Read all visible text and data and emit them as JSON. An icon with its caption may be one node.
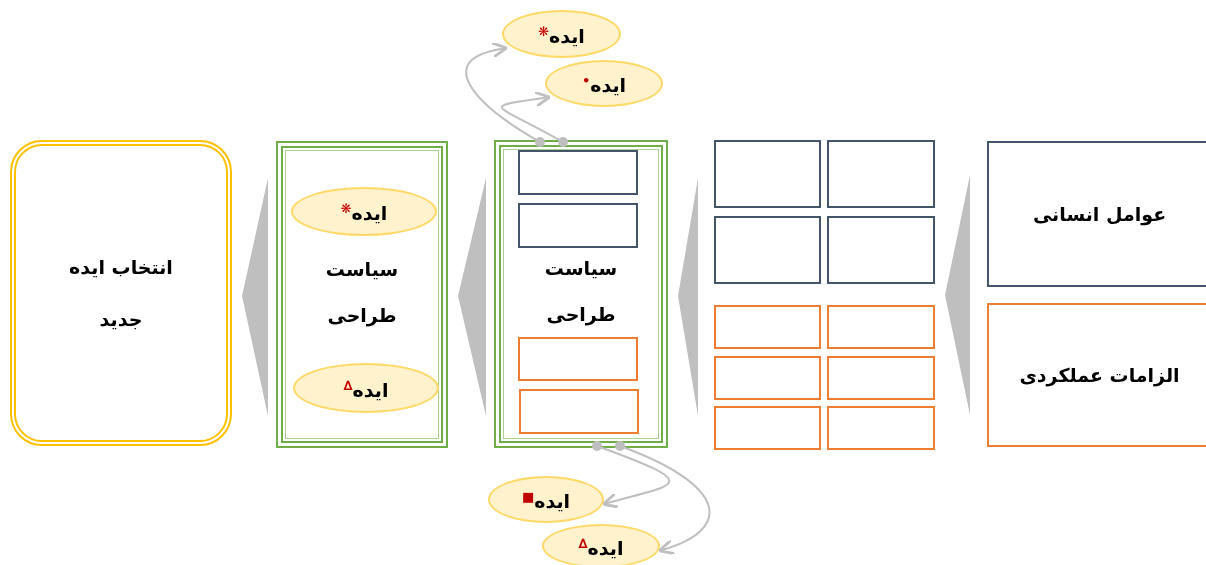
{
  "diagram": {
    "nodes": [
      {
        "text": [
          "عوامل انسانی"
        ]
      },
      {
        "text": [
          "الزامات عملکردی"
        ]
      },
      {
        "text": [],
        "shape": "box"
      },
      {
        "text": [],
        "shape": "box"
      },
      {
        "text": [],
        "shape": "box"
      },
      {
        "text": [],
        "shape": "box"
      },
      {
        "text": [],
        "shape": "box"
      },
      {
        "text": [],
        "shape": "box"
      },
      {
        "text": [],
        "shape": "box"
      },
      {
        "text": [],
        "shape": "box"
      },
      {
        "text": [],
        "shape": "box"
      },
      {
        "text": [],
        "shape": "box"
      },
      {
        "text": [
          "سیاست طراحی"
        ]
      },
      {
        "text": [],
        "shape": "box",
        "in": 12
      },
      {
        "text": [],
        "shape": "box",
        "in": 12
      },
      {
        "text": [],
        "shape": "box",
        "in": 12
      },
      {
        "text": [],
        "shape": "box",
        "in": 12
      },
      {
        "text": [
          "ایده$^{❋}$"
        ]
      },
      {
        "text": [
          "ایده$^{•}$"
        ]
      },
      {
        "text": [
          "ایده$^{■}$"
        ]
      },
      {
        "text": [
          "ایده$^{∆}$"
        ]
      },
      {
        "text": [
          "سیاست طراحی"
        ]
      },
      {
        "text": [
          "ایده$^{❋}$"
        ],
        "in": 21
      },
      {
        "text": [
          "ایده$^{∆}$"
        ],
        "in": 21
      },
      {
        "text": [
          "انتخاب ایده جدید"
        ]
      }
    ],
    "edges": [
      {
        "from": null,
        "to": 12,
        "arrow": "to",
        "style": "thick"
      },
      {
        "from": 12,
        "to": 21,
        "arrow": "to",
        "style": "thick"
      },
      {
        "from": 21,
        "to": 24,
        "arrow": "to",
        "style": "thick"
      },
      {
        "from": 12,
        "to": 17,
        "arrow": "to"
      },
      {
        "from": 12,
        "to": 18,
        "arrow": "to"
      },
      {
        "from": 12,
        "to": 19,
        "arrow": "to"
      },
      {
        "from": 12,
        "to": 20,
        "arrow": "to"
      }
    ]
  }
}
